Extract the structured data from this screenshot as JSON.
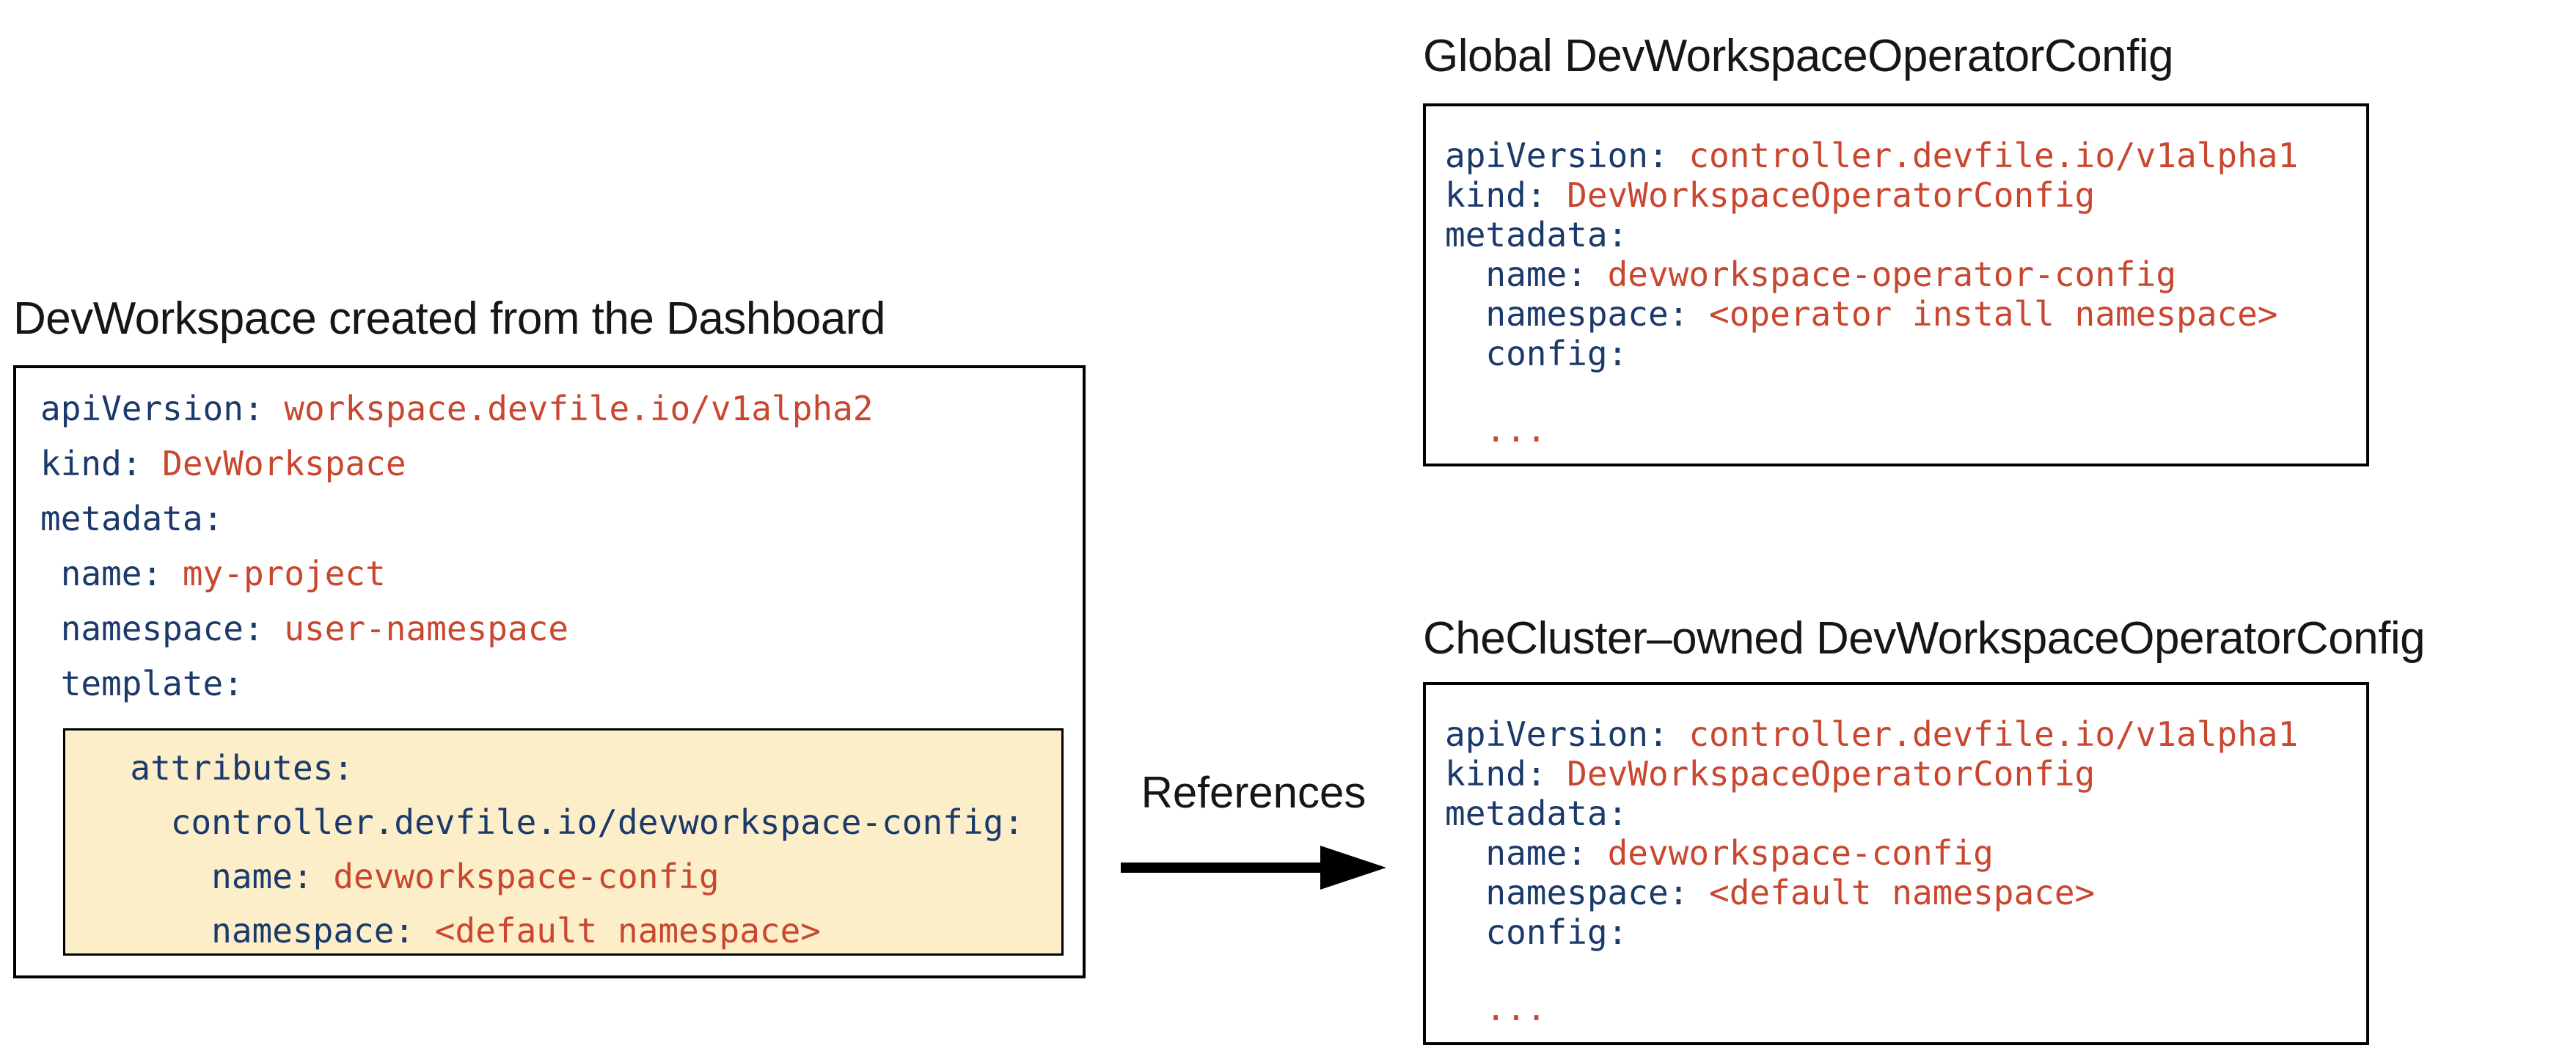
{
  "colors": {
    "key": "#1b3a6b",
    "value": "#c9472f",
    "highlight_bg": "#fbeec8",
    "border": "#000000",
    "title": "#161616"
  },
  "left_panel": {
    "title": "DevWorkspace created from the Dashboard",
    "code": [
      {
        "indent": 0,
        "key": "apiVersion:",
        "value": "workspace.devfile.io/v1alpha2"
      },
      {
        "indent": 0,
        "key": "kind:",
        "value": "DevWorkspace"
      },
      {
        "indent": 0,
        "key": "metadata:",
        "value": ""
      },
      {
        "indent": 1,
        "key": "name:",
        "value": "my-project"
      },
      {
        "indent": 1,
        "key": "namespace:",
        "value": "user-namespace"
      },
      {
        "indent": 1,
        "key": "template:",
        "value": ""
      }
    ],
    "highlight": {
      "code": [
        {
          "indent": 2,
          "key": "attributes:",
          "value": ""
        },
        {
          "indent": 4,
          "key": "controller.devfile.io/devworkspace-config:",
          "value": ""
        },
        {
          "indent": 6,
          "key": "name:",
          "value": "devworkspace-config"
        },
        {
          "indent": 6,
          "key": "namespace:",
          "value": "<default namespace>"
        }
      ]
    }
  },
  "arrow": {
    "label": "References"
  },
  "right_top_panel": {
    "title": "Global DevWorkspaceOperatorConfig",
    "code": [
      {
        "indent": 0,
        "key": "apiVersion:",
        "value": "controller.devfile.io/v1alpha1"
      },
      {
        "indent": 0,
        "key": "kind:",
        "value": "DevWorkspaceOperatorConfig"
      },
      {
        "indent": 0,
        "key": "metadata:",
        "value": ""
      },
      {
        "indent": 2,
        "key": "name:",
        "value": "devworkspace-operator-config"
      },
      {
        "indent": 2,
        "key": "namespace:",
        "value": "<operator install namespace>"
      },
      {
        "indent": 2,
        "key": "config:",
        "value": ""
      },
      {
        "indent": 0,
        "key": "",
        "value": ""
      },
      {
        "indent": 2,
        "key": "",
        "value": "..."
      }
    ]
  },
  "right_bottom_panel": {
    "title": "CheCluster–owned DevWorkspaceOperatorConfig",
    "code": [
      {
        "indent": 0,
        "key": "apiVersion:",
        "value": "controller.devfile.io/v1alpha1"
      },
      {
        "indent": 0,
        "key": "kind:",
        "value": "DevWorkspaceOperatorConfig"
      },
      {
        "indent": 0,
        "key": "metadata:",
        "value": ""
      },
      {
        "indent": 2,
        "key": "name:",
        "value": "devworkspace-config"
      },
      {
        "indent": 2,
        "key": "namespace:",
        "value": "<default namespace>"
      },
      {
        "indent": 2,
        "key": "config:",
        "value": ""
      },
      {
        "indent": 0,
        "key": "",
        "value": ""
      },
      {
        "indent": 2,
        "key": "",
        "value": "..."
      }
    ]
  }
}
